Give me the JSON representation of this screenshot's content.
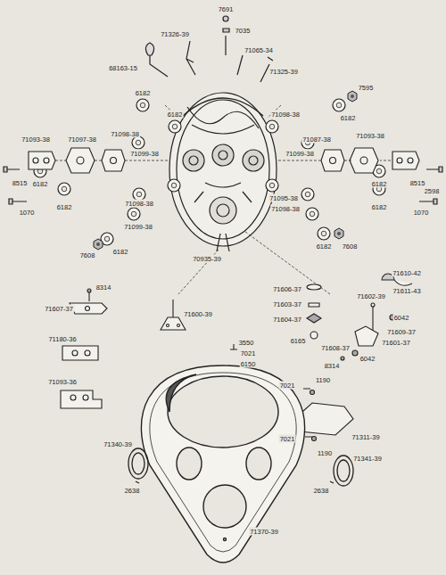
{
  "diagram": {
    "labels": [
      "7691",
      "7035",
      "71326-39",
      "71065-34",
      "71325-39",
      "68163-15",
      "6182",
      "7595",
      "6182",
      "6182",
      "71093-38",
      "71097-38",
      "71098-38",
      "71099-38",
      "8515",
      "6182",
      "1070",
      "6182",
      "71098-38",
      "71099-38",
      "6182",
      "7608",
      "71087-38",
      "71093-38",
      "71098-38",
      "71099-38",
      "6182",
      "8515",
      "2598",
      "1070",
      "6182",
      "71095-38",
      "71098-38",
      "6182",
      "7608",
      "70935-39",
      "8314",
      "71607-37",
      "71180-36",
      "71093-36",
      "71600-39",
      "71606-37",
      "71603-37",
      "71604-37",
      "6165",
      "71610-42",
      "71611-43",
      "71602-39",
      "6042",
      "71609-37",
      "71601-37",
      "71608-37",
      "6042",
      "8314",
      "3550",
      "7021",
      "6150",
      "7021",
      "1190",
      "71311-39",
      "7021",
      "1190",
      "71340-39",
      "2638",
      "71341-39",
      "2638",
      "71370-39"
    ]
  }
}
